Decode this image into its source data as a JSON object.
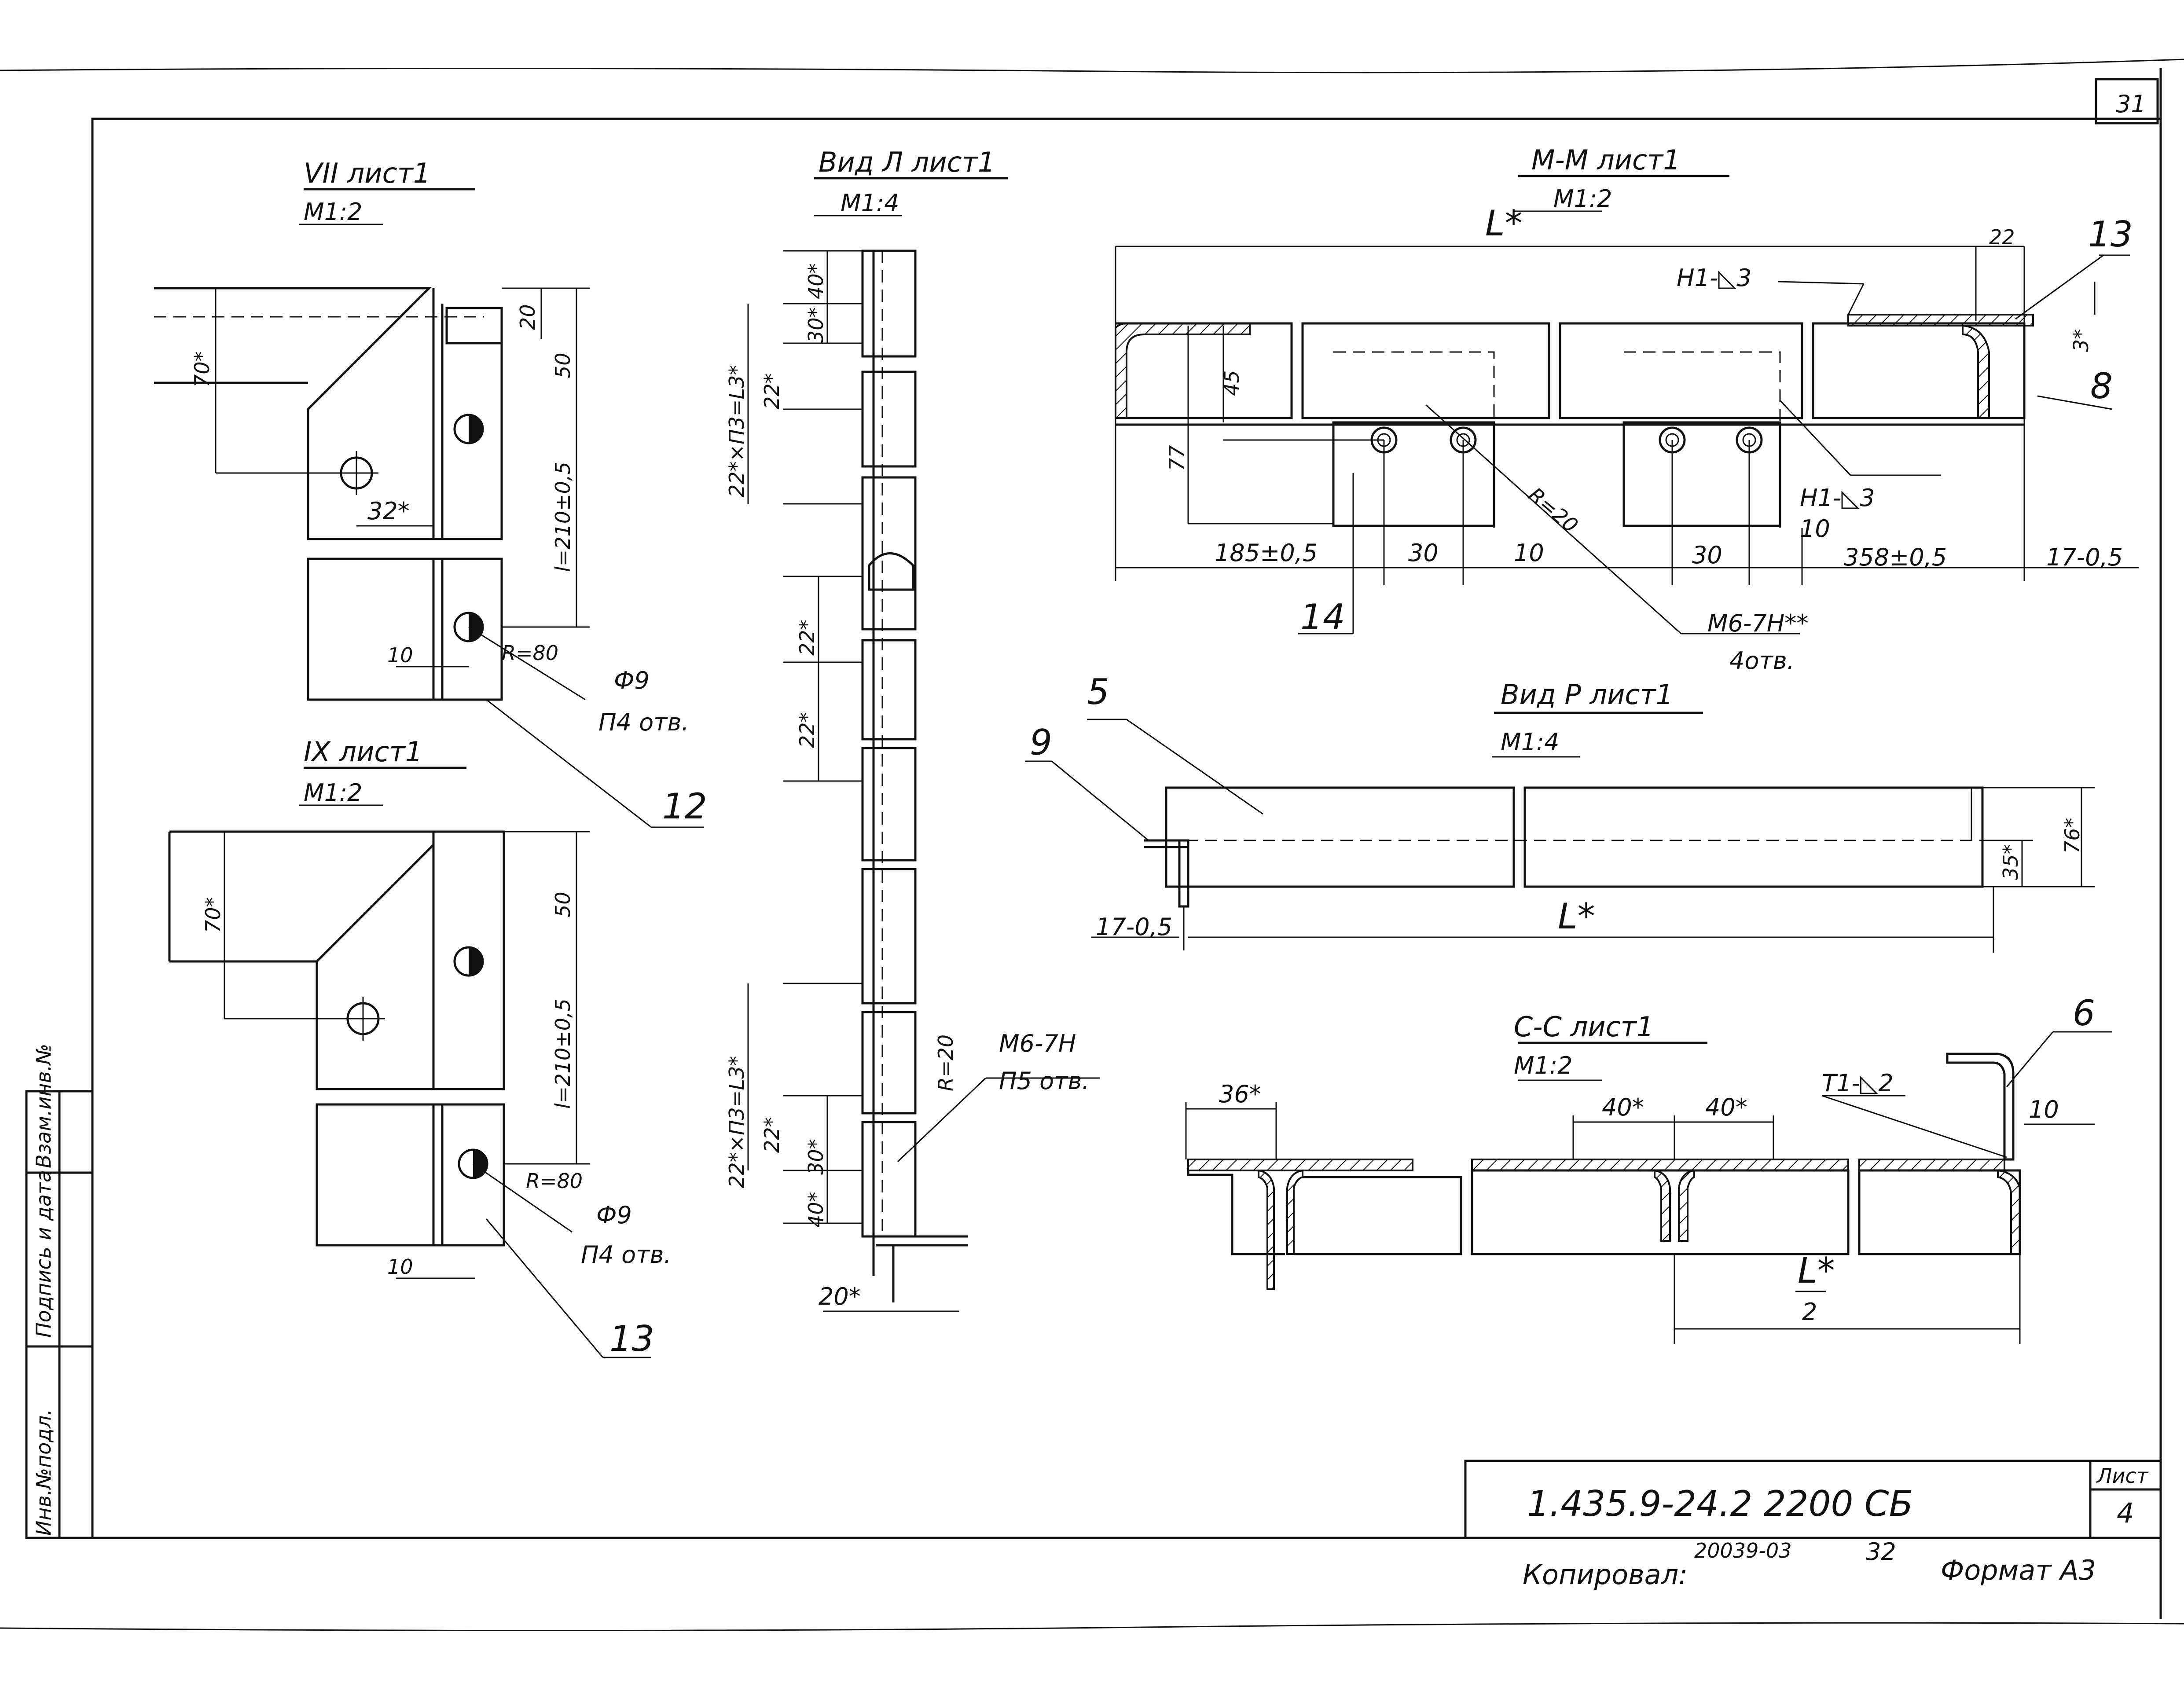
{
  "sheet_corner_number": "31",
  "views": {
    "vii": {
      "title": "VII лист1",
      "scale": "M1:2",
      "dims": [
        "20",
        "50",
        "70*",
        "32*",
        "l=210±0,5",
        "10",
        "R=80",
        "Ф9",
        "П4 отв."
      ],
      "callout": "12"
    },
    "ix": {
      "title": "IX лист1",
      "scale": "M1:2",
      "dims": [
        "50",
        "70*",
        "l=210±0,5",
        "10",
        "R=80",
        "Ф9",
        "П4 отв."
      ],
      "callout": "13"
    },
    "vid_l": {
      "title": "Вид Л лист1",
      "scale": "M1:4",
      "dims": [
        "40*",
        "30*",
        "22*",
        "22*×П3=L3*",
        "22*",
        "22*",
        "22*×П3=L3*",
        "22*",
        "30*",
        "40*",
        "20*",
        "R=20"
      ],
      "note_thread": "M6-7H",
      "note_holes": "П5 отв."
    },
    "mm": {
      "title": "M-M лист1",
      "scale": "M1:2",
      "dims": [
        "L*",
        "22",
        "3*",
        "45",
        "77",
        "185±0,5",
        "30",
        "10",
        "R=20",
        "30",
        "10",
        "358±0,5",
        "17-0,5"
      ],
      "weld1": "H1-◺3",
      "weld2": "H1-◺3",
      "note_thread": "M6-7H**",
      "note_holes": "4отв.",
      "callouts": [
        "13",
        "8",
        "14"
      ]
    },
    "vid_p": {
      "title": "Вид P лист1",
      "scale": "M1:4",
      "dims": [
        "76*",
        "35*",
        "L*",
        "17-0,5"
      ],
      "callouts": [
        "5",
        "9"
      ]
    },
    "cc": {
      "title": "C-C лист1",
      "scale": "M1:2",
      "dims": [
        "36*",
        "40*",
        "40*",
        "10",
        "L*",
        "2"
      ],
      "weld": "T1-◺2",
      "callout": "6"
    }
  },
  "side_stamp": [
    "Взам.инв.№",
    "Подпись и дата",
    "Инв.№подл."
  ],
  "title_block": {
    "designation": "1.435.9-24.2  2200 СБ",
    "sheet_label": "Лист",
    "sheet_number": "4"
  },
  "footer": {
    "copied_label": "Копировал:",
    "order": "20039-03",
    "page": "32",
    "format": "Формат А3"
  }
}
